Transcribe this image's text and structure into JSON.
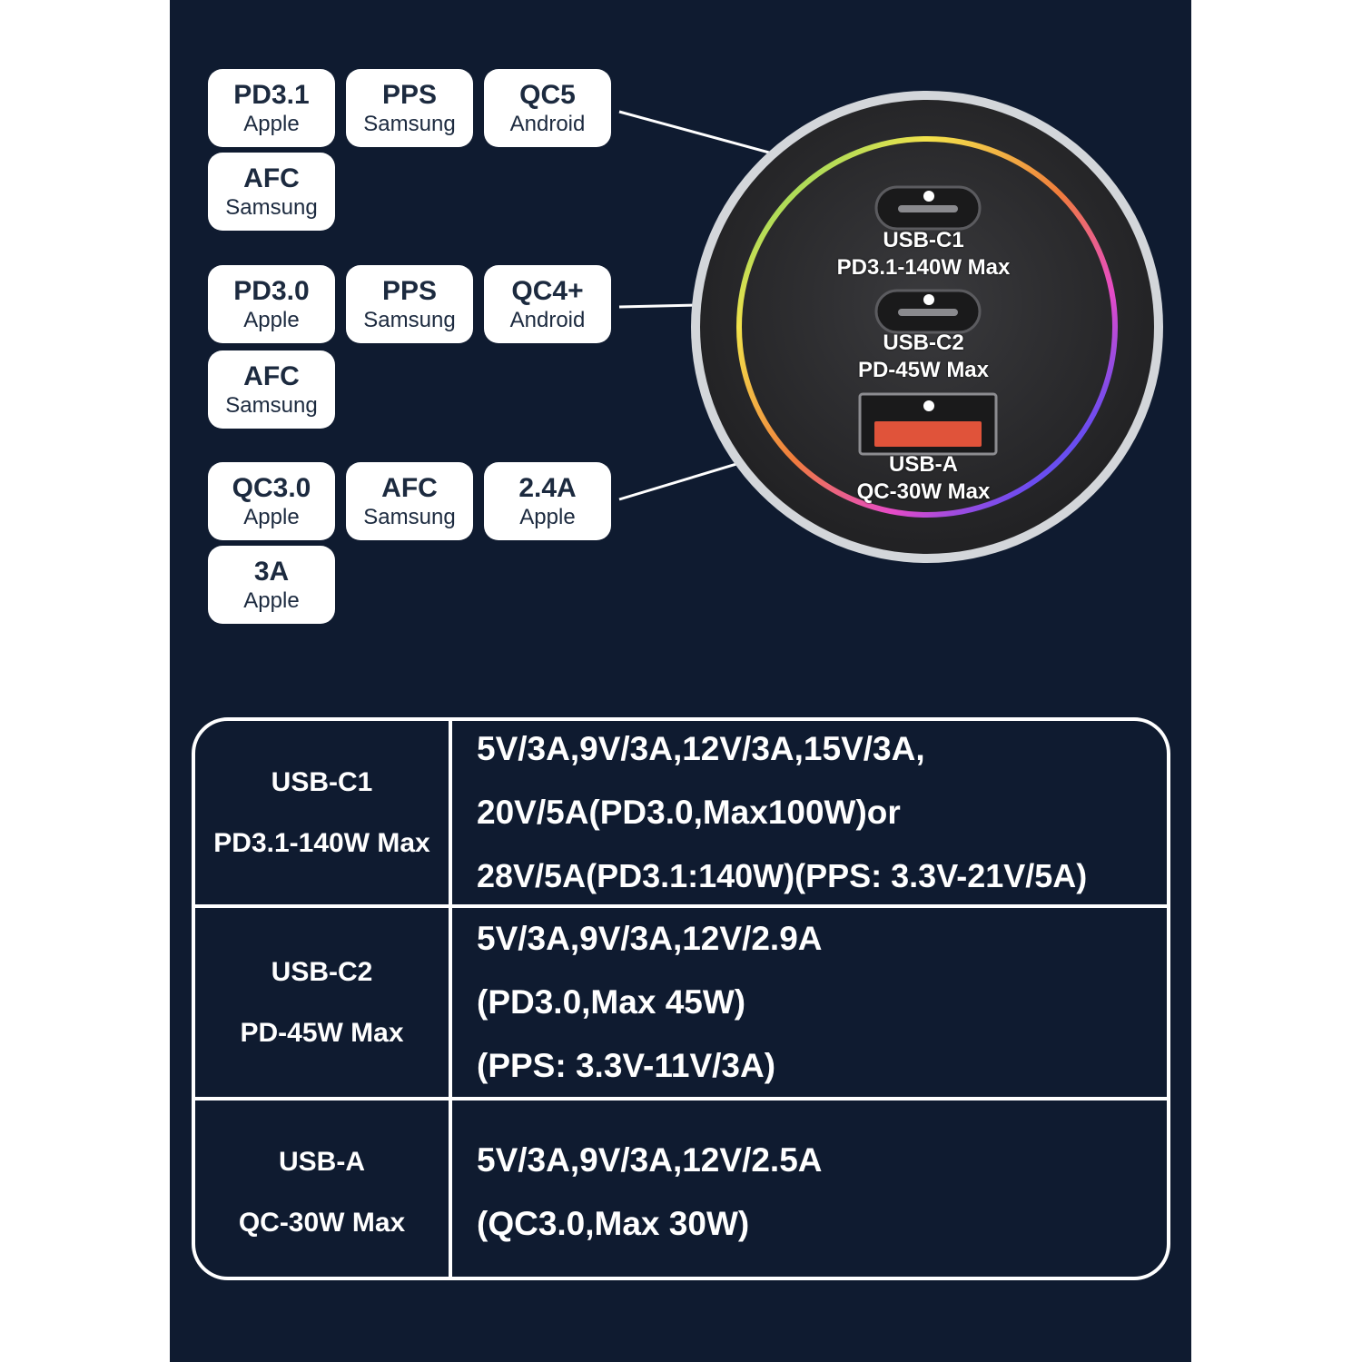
{
  "protocol_groups": [
    {
      "port": "USB-C1",
      "badges": [
        {
          "title": "PD3.1",
          "subtitle": "Apple"
        },
        {
          "title": "PPS",
          "subtitle": "Samsung"
        },
        {
          "title": "QC5",
          "subtitle": "Android"
        },
        {
          "title": "AFC",
          "subtitle": "Samsung"
        }
      ]
    },
    {
      "port": "USB-C2",
      "badges": [
        {
          "title": "PD3.0",
          "subtitle": "Apple"
        },
        {
          "title": "PPS",
          "subtitle": "Samsung"
        },
        {
          "title": "QC4+",
          "subtitle": "Android"
        },
        {
          "title": "AFC",
          "subtitle": "Samsung"
        }
      ]
    },
    {
      "port": "USB-A",
      "badges": [
        {
          "title": "QC3.0",
          "subtitle": "Apple"
        },
        {
          "title": "AFC",
          "subtitle": "Samsung"
        },
        {
          "title": "2.4A",
          "subtitle": "Apple"
        },
        {
          "title": "3A",
          "subtitle": "Apple"
        }
      ]
    }
  ],
  "device": {
    "ports": [
      {
        "name": "USB-C1",
        "rating": "PD3.1-140W Max",
        "type": "usb-c"
      },
      {
        "name": "USB-C2",
        "rating": "PD-45W Max",
        "type": "usb-c"
      },
      {
        "name": "USB-A",
        "rating": "QC-30W Max",
        "type": "usb-a"
      }
    ]
  },
  "spec_table": {
    "rows": [
      {
        "port": "USB-C1",
        "rating": "PD3.1-140W Max",
        "spec_lines": [
          "5V/3A,9V/3A,12V/3A,15V/3A,",
          "20V/5A(PD3.0,Max100W)or",
          "28V/5A(PD3.1:140W)(PPS: 3.3V-21V/5A)"
        ]
      },
      {
        "port": "USB-C2",
        "rating": "PD-45W Max",
        "spec_lines": [
          "5V/3A,9V/3A,12V/2.9A",
          "(PD3.0,Max 45W)",
          "(PPS: 3.3V-11V/3A)"
        ]
      },
      {
        "port": "USB-A",
        "rating": "QC-30W Max",
        "spec_lines": [
          "5V/3A,9V/3A,12V/2.5A",
          "(QC3.0,Max 30W)"
        ]
      }
    ]
  },
  "colors": {
    "background": "#0f1b30",
    "badge": "#ffffff",
    "badge_text": "#1c2a3f",
    "device_body": "#2b2b2e",
    "usb_a_insert": "#e0533a"
  }
}
